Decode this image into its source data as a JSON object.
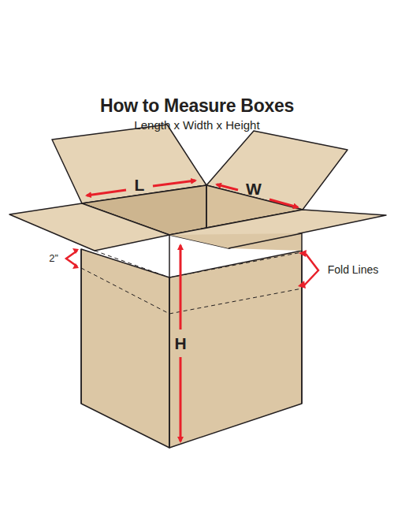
{
  "diagram": {
    "title": "How to Measure Boxes",
    "labels": [
      "Length x Width x Height",
      "L",
      "W",
      "H",
      "2”",
      "Fold Lines"
    ]
  }
}
